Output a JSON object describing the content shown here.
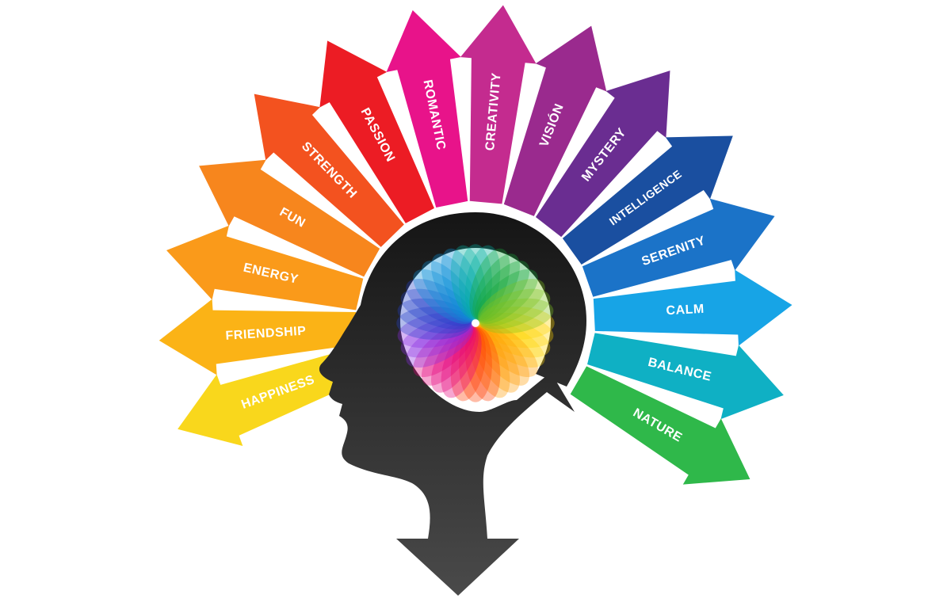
{
  "rays": [
    {
      "label": "HAPPINESS",
      "color": "#f9d71c"
    },
    {
      "label": "FRIENDSHIP",
      "color": "#fbb316"
    },
    {
      "label": "ENERGY",
      "color": "#fa9a1a"
    },
    {
      "label": "FUN",
      "color": "#f7861d"
    },
    {
      "label": "STRENGTH",
      "color": "#f3521f"
    },
    {
      "label": "PASSION",
      "color": "#ec1c24"
    },
    {
      "label": "ROMANTIC",
      "color": "#e8138a"
    },
    {
      "label": "CREATIVITY",
      "color": "#c42b8f"
    },
    {
      "label": "VISIÓN",
      "color": "#9a2a8e"
    },
    {
      "label": "MYSTERY",
      "color": "#6a2d91"
    },
    {
      "label": "INTELLIGENCE",
      "color": "#1a4fa0"
    },
    {
      "label": "SERENITY",
      "color": "#1b73c8"
    },
    {
      "label": "CALM",
      "color": "#17a4e6"
    },
    {
      "label": "BALANCE",
      "color": "#0fb0c4"
    },
    {
      "label": "NATURE",
      "color": "#2fb84a"
    }
  ],
  "center": {
    "head_color": "#111111",
    "wheel_colors": [
      "#ffd400",
      "#ff9a00",
      "#ff3d00",
      "#e4007c",
      "#8a2be2",
      "#2340c8",
      "#0a8fd8",
      "#00b0a0",
      "#13a538",
      "#7fc31c"
    ]
  }
}
